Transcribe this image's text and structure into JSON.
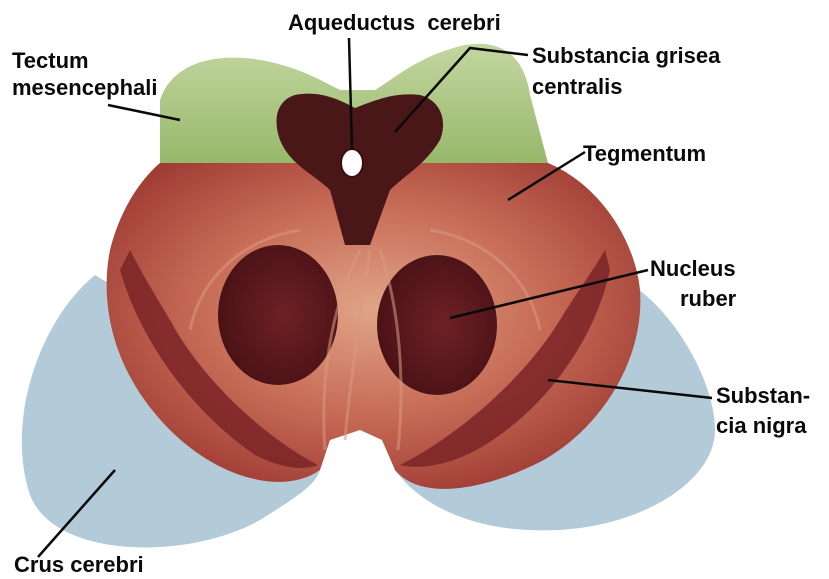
{
  "labels": {
    "aqueductus": "Aqueductus  cerebri",
    "tectum_line1": "Tectum",
    "tectum_line2": "mesencephali",
    "substancia_grisea_line1": "Substancia grisea",
    "substancia_grisea_line2": "centralis",
    "tegmentum": "Tegmentum",
    "nucleus_line1": "Nucleus",
    "nucleus_line2": "ruber",
    "nigra_line1": "Substan-",
    "nigra_line2": "cia nigra",
    "crus": "Crus cerebri"
  },
  "colors": {
    "tectum": "#a6c479",
    "substancia_grisea": "#4a1719",
    "tegmentum": "#b9574a",
    "nucleus_ruber": "#5a171b",
    "substancia_nigra": "#7a2427",
    "crus_cerebri": "#b3cbd8",
    "aqueduct": "#ffffff"
  }
}
